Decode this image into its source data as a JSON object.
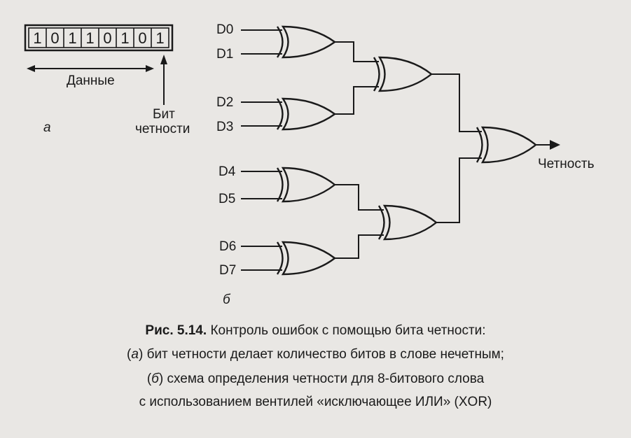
{
  "part_a": {
    "bits": [
      "1",
      "0",
      "1",
      "1",
      "0",
      "1",
      "0",
      "1"
    ],
    "data_label": "Данные",
    "parity_label_line1": "Бит",
    "parity_label_line2": "четности",
    "letter": "а"
  },
  "part_b": {
    "inputs": [
      "D0",
      "D1",
      "D2",
      "D3",
      "D4",
      "D5",
      "D6",
      "D7"
    ],
    "output_label": "Четность",
    "letter": "б"
  },
  "caption": {
    "fig_number": "Рис. 5.14.",
    "title": "Контроль ошибок с помощью бита четности:",
    "line2_letter": "а",
    "line2_text": "бит четности делает количество битов в слове нечетным;",
    "line3_letter": "б",
    "line3_text": "схема определения четности для 8-битового слова",
    "line4_text": "с использованием вентилей «исключающее ИЛИ» (XOR)"
  }
}
